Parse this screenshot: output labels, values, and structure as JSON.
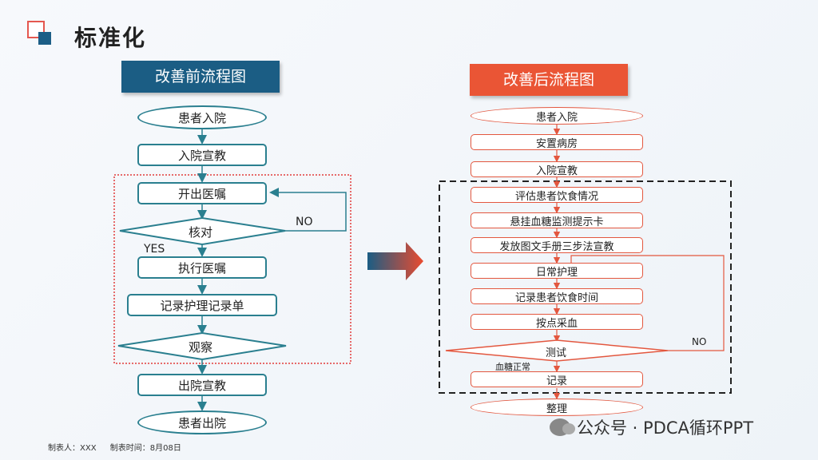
{
  "title": "标准化",
  "left": {
    "header": "改善前流程图",
    "nodes": [
      "患者入院",
      "入院宣教",
      "开出医嘱",
      "核对",
      "执行医嘱",
      "记录护理记录单",
      "观察",
      "出院宣教",
      "患者出院"
    ],
    "label_no": "NO",
    "label_yes": "YES"
  },
  "right": {
    "header": "改善后流程图",
    "nodes": [
      "患者入院",
      "安置病房",
      "入院宣教",
      "评估患者饮食情况",
      "悬挂血糖监测提示卡",
      "发放图文手册三步法宣教",
      "日常护理",
      "记录患者饮食时间",
      "按点采血",
      "测试",
      "记录",
      "整理"
    ],
    "label_no": "NO",
    "label_normal": "血糖正常"
  },
  "footer": {
    "maker": "制表人：XXX",
    "time": "制表时间：8月08日"
  },
  "watermark": "公众号 · PDCA循环PPT",
  "colors": {
    "left": "#2a7f8f",
    "right": "#e3573f",
    "header_left": "#1b5d84",
    "header_right": "#ea5535"
  }
}
